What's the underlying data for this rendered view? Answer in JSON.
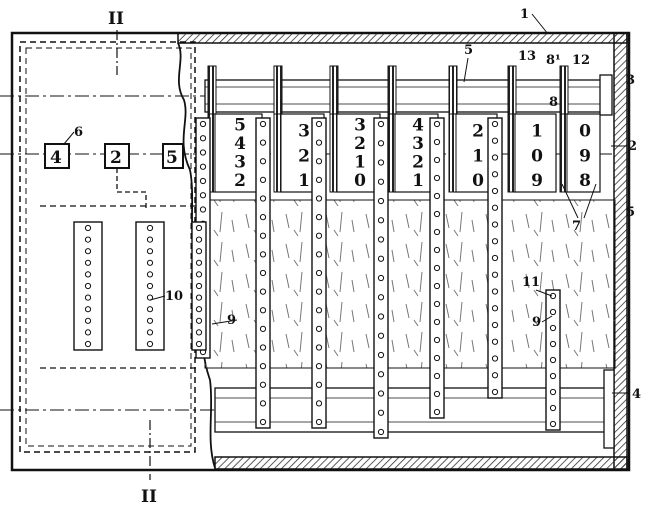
{
  "section_labels": {
    "top": "II",
    "bottom": "II"
  },
  "ref": {
    "r1": "1",
    "r2": "2",
    "r3": "3",
    "r4": "4",
    "r5_top": "5",
    "r5_side": "5",
    "r6": "6",
    "r7": "7",
    "r8": "8",
    "r8_1": "8¹",
    "r9_left": "9",
    "r9_right": "9",
    "r10": "10",
    "r11": "11",
    "r12": "12",
    "r13": "13"
  },
  "key_labels": [
    "4",
    "2",
    "5"
  ],
  "wheel_digits": [
    [
      "5",
      "4",
      "3",
      "2"
    ],
    [
      "3",
      "2",
      "1"
    ],
    [
      "3",
      "2",
      "1",
      "0"
    ],
    [
      "4",
      "3",
      "2",
      "1"
    ],
    [
      "2",
      "1",
      "0"
    ],
    [
      "1",
      "0",
      "9"
    ],
    [
      "0",
      "9",
      "8"
    ]
  ],
  "strip_hole_counts": {
    "long": 17,
    "side": 11
  },
  "colors": {
    "ink": "#111111",
    "paper": "#ffffff",
    "hatch": "#444444"
  }
}
